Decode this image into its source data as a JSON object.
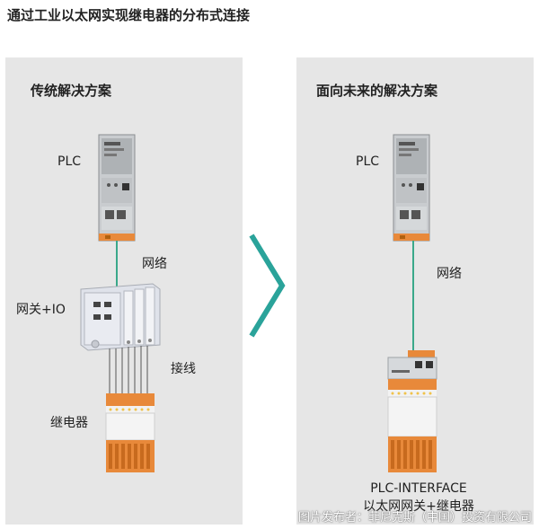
{
  "title": "通过工业以太网实现继电器的分布式连接",
  "left_panel": {
    "heading": "传统解决方案",
    "plc_label": "PLC",
    "network_label": "网络",
    "gateway_label": "网关+IO",
    "wiring_label": "接线",
    "relay_label": "继电器"
  },
  "right_panel": {
    "heading": "面向未来的解决方案",
    "plc_label": "PLC",
    "network_label": "网络",
    "product_line1": "PLC-INTERFACE",
    "product_line2": "以太网网关+继电器"
  },
  "watermark": "图片发布者：菲尼克斯（中国）投资有限公司",
  "colors": {
    "panel_bg": "#e6e6e6",
    "network_line": "#3aa88a",
    "arrow": "#2aa39a",
    "relay_orange": "#e8893a"
  }
}
